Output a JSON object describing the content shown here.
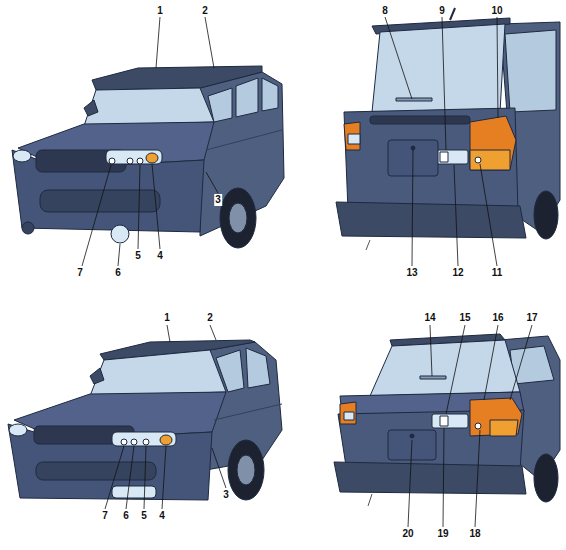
{
  "diagram": {
    "labels": [
      "1",
      "2",
      "3",
      "4",
      "5",
      "6",
      "7",
      "8",
      "9",
      "10",
      "11",
      "12",
      "13",
      "1",
      "2",
      "3",
      "4",
      "5",
      "6",
      "7",
      "14",
      "15",
      "16",
      "17",
      "18",
      "19",
      "20"
    ]
  }
}
